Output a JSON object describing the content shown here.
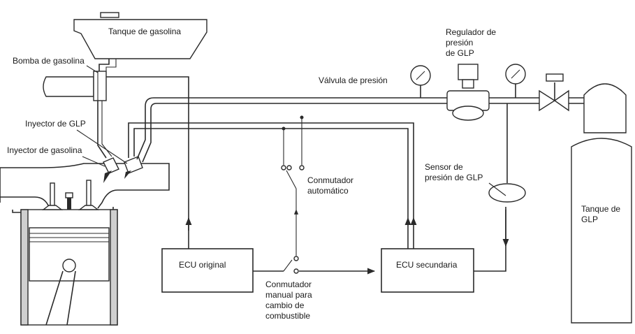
{
  "labels": {
    "gasoline_tank": "Tanque de gasolina",
    "gasoline_pump": "Bomba de gasolina",
    "lpg_injector": "Inyector de GLP",
    "gasoline_injector": "Inyector de gasolina",
    "pressure_valve": "Válvula de presión",
    "lpg_regulator": [
      "Regulador de",
      "presión",
      "de GLP"
    ],
    "auto_switch": [
      "Conmutador",
      "automático"
    ],
    "lpg_pressure_sensor": [
      "Sensor de",
      "presión de GLP"
    ],
    "lpg_tank": [
      "Tanque de",
      "GLP"
    ],
    "original_ecu": "ECU original",
    "secondary_ecu": "ECU secundaria",
    "manual_switch": [
      "Conmutador",
      "manual para",
      "cambio de",
      "combustible"
    ]
  }
}
